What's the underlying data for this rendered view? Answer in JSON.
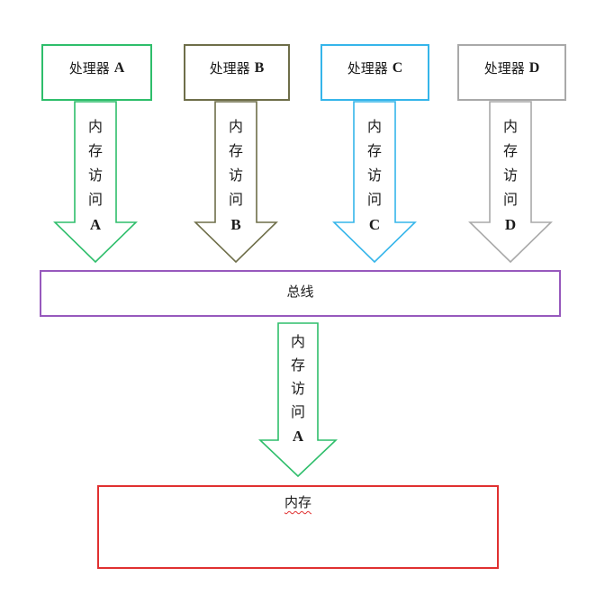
{
  "background_color": "#ffffff",
  "text_color": "#1a1a1a",
  "diagram": {
    "processors": [
      {
        "name": "处理器",
        "letter": "A",
        "border_color": "#2ebe6b"
      },
      {
        "name": "处理器",
        "letter": "B",
        "border_color": "#6e6e49"
      },
      {
        "name": "处理器",
        "letter": "C",
        "border_color": "#35b5ea"
      },
      {
        "name": "处理器",
        "letter": "D",
        "border_color": "#a9a9a9"
      }
    ],
    "memory_access_arrows": [
      {
        "label": "内存访问",
        "letter": "A",
        "color": "#2ebe6b"
      },
      {
        "label": "内存访问",
        "letter": "B",
        "color": "#6e6e49"
      },
      {
        "label": "内存访问",
        "letter": "C",
        "color": "#35b5ea"
      },
      {
        "label": "内存访问",
        "letter": "D",
        "color": "#a9a9a9"
      }
    ],
    "bus": {
      "label": "总线",
      "border_color": "#9759bd"
    },
    "bus_to_memory_arrow": {
      "label": "内存访问",
      "letter": "A",
      "color": "#2ebe6b"
    },
    "memory": {
      "label": "内存",
      "border_color": "#e03030",
      "underline_style": "red-wavy"
    }
  }
}
